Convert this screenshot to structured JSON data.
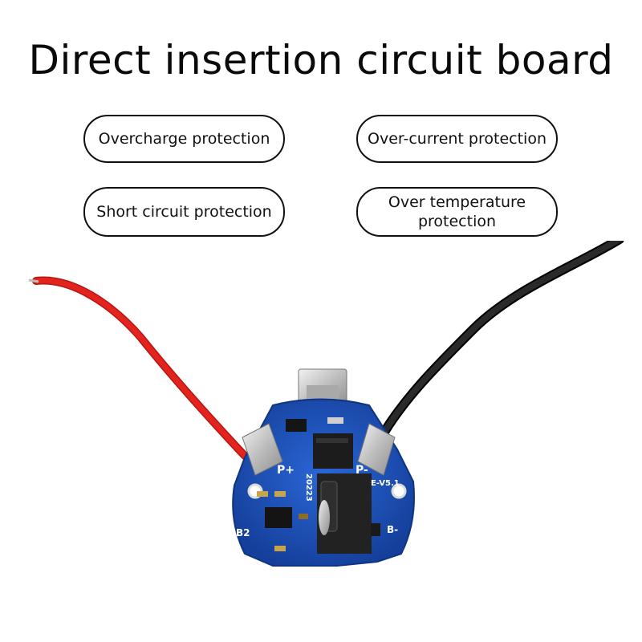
{
  "title": "Direct insertion circuit board",
  "features": [
    "Overcharge protection",
    "Over-current protection",
    "Short circuit protection",
    "Over temperature protection"
  ],
  "board_labels": {
    "p_plus": "P+",
    "p_minus": "P-",
    "b2": "B2",
    "b_minus": "B-",
    "version": "E-V5.1",
    "date_code": "20223"
  },
  "colors": {
    "pcb": "#1a4fb5",
    "red_wire": "#e3241e",
    "black_wire": "#1b1b1b",
    "metal": "#c9c9c9"
  }
}
